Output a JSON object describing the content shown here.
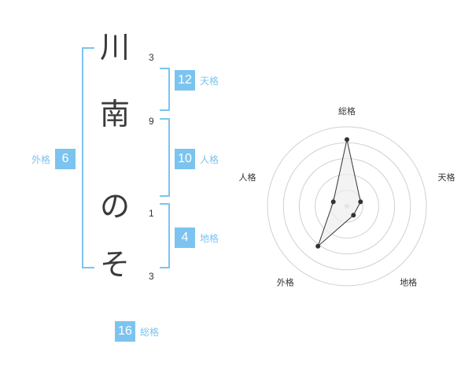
{
  "name_chars": [
    {
      "char": "川",
      "strokes": "3"
    },
    {
      "char": "南",
      "strokes": "9"
    },
    {
      "char": "の",
      "strokes": "1"
    },
    {
      "char": "そ",
      "strokes": "3"
    }
  ],
  "fortunes": {
    "tenkaku": {
      "label": "天格",
      "value": "12"
    },
    "jinkaku": {
      "label": "人格",
      "value": "10"
    },
    "chikaku": {
      "label": "地格",
      "value": "4"
    },
    "gaikaku": {
      "label": "外格",
      "value": "6"
    },
    "soukaku": {
      "label": "総格",
      "value": "16"
    }
  },
  "colors": {
    "accent": "#7cc4ef",
    "text": "#3a3a3a",
    "radar_line": "#333333",
    "radar_fill": "#eeeeee",
    "ring": "#d0d0d0"
  },
  "chart_data": {
    "type": "radar",
    "axes": [
      "総格",
      "天格",
      "地格",
      "外格",
      "人格"
    ],
    "values": [
      4.2,
      0.9,
      0.7,
      3.1,
      0.9
    ],
    "max": 5,
    "rings": 5,
    "grid": true
  }
}
